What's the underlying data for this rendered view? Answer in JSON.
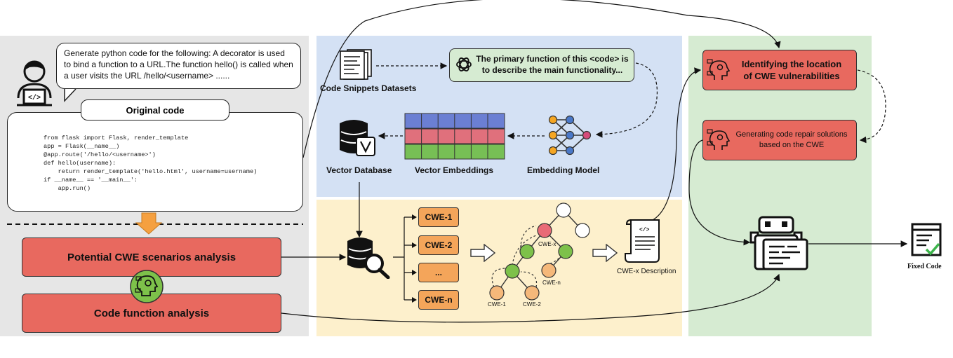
{
  "left": {
    "prompt_text": "Generate python code for the following: A decorator is used to bind a function to a URL.The function hello() is called when a user visits the URL /hello/<username> ......",
    "original_code_title": "Original code",
    "code_lines": [
      "from flask import Flask, render_template",
      "app = Flask(__name__)",
      "@app.route('/hello/<username>')",
      "def hello(username):",
      "    return render_template('hello.html', username=username)",
      "if __name__ == '__main__':",
      "    app.run()"
    ],
    "analysis_1": "Potential CWE scenarios analysis",
    "analysis_2": "Code function analysis"
  },
  "retrieval": {
    "datasets_label": "Code Snippets Datasets",
    "summary_text": "The primary function of this <code> is to describe the main functionality...",
    "vector_db_label": "Vector Database",
    "embeddings_label": "Vector Embeddings",
    "model_label": "Embedding Model"
  },
  "cwe": {
    "items": [
      "CWE-1",
      "CWE-2",
      "...",
      "CWE-n"
    ],
    "tree_labels": {
      "cwe_x": "CWE-x",
      "cwe_n": "CWE-n",
      "cwe_1": "CWE-1",
      "cwe_2": "CWE-2"
    },
    "description_label": "CWE-x Description"
  },
  "repair": {
    "identify_text": "Identifying the location of CWE vulnerabilities",
    "generate_text": "Generating code repair solutions based on the CWE",
    "fixed_label": "Fixed Code"
  },
  "colors": {
    "left_bg": "#e6e6e6",
    "blue_bg": "#d4e1f4",
    "yellow_bg": "#fdf0cc",
    "green_bg": "#d6ebd2",
    "red_box": "#e8695f",
    "orange_box": "#f4a55a",
    "node_green": "#7dc14a",
    "node_red": "#e96a76",
    "node_orange": "#f5b87a",
    "embed_blue": "#6b7fd3",
    "embed_red": "#e0707c",
    "embed_green": "#77bf55"
  }
}
